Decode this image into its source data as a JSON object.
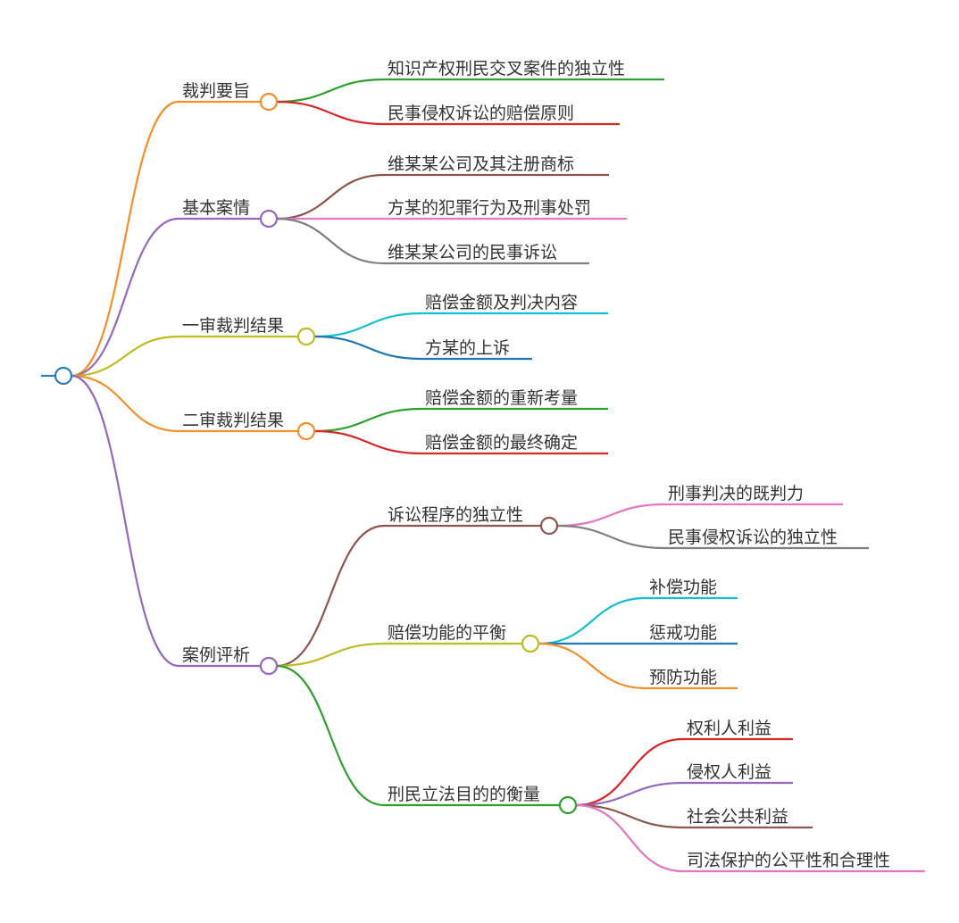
{
  "mindmap": {
    "branches": [
      {
        "label": "裁判要旨",
        "children": [
          "知识产权刑民交叉案件的独立性",
          "民事侵权诉讼的赔偿原则"
        ]
      },
      {
        "label": "基本案情",
        "children": [
          "维某某公司及其注册商标",
          "方某的犯罪行为及刑事处罚",
          "维某某公司的民事诉讼"
        ]
      },
      {
        "label": "一审裁判结果",
        "children": [
          "赔偿金额及判决内容",
          "方某的上诉"
        ]
      },
      {
        "label": "二审裁判结果",
        "children": [
          "赔偿金额的重新考量",
          "赔偿金额的最终确定"
        ]
      },
      {
        "label": "案例评析",
        "children": [
          {
            "label": "诉讼程序的独立性",
            "children": [
              "刑事判决的既判力",
              "民事侵权诉讼的独立性"
            ]
          },
          {
            "label": "赔偿功能的平衡",
            "children": [
              "补偿功能",
              "惩戒功能",
              "预防功能"
            ]
          },
          {
            "label": "刑民立法目的的衡量",
            "children": [
              "权利人利益",
              "侵权人利益",
              "社会公共利益",
              "司法保护的公平性和合理性"
            ]
          }
        ]
      }
    ]
  },
  "colors": {
    "root": "#2c7bb6",
    "orange": "#f28e2b",
    "purple": "#9467bd",
    "olive": "#bcbd22",
    "green": "#2ca02c",
    "red": "#d62728",
    "brown": "#8c564b",
    "pink": "#e377c2",
    "gray": "#7f7f7f",
    "cyan": "#17becf",
    "blue": "#1f77b4"
  }
}
